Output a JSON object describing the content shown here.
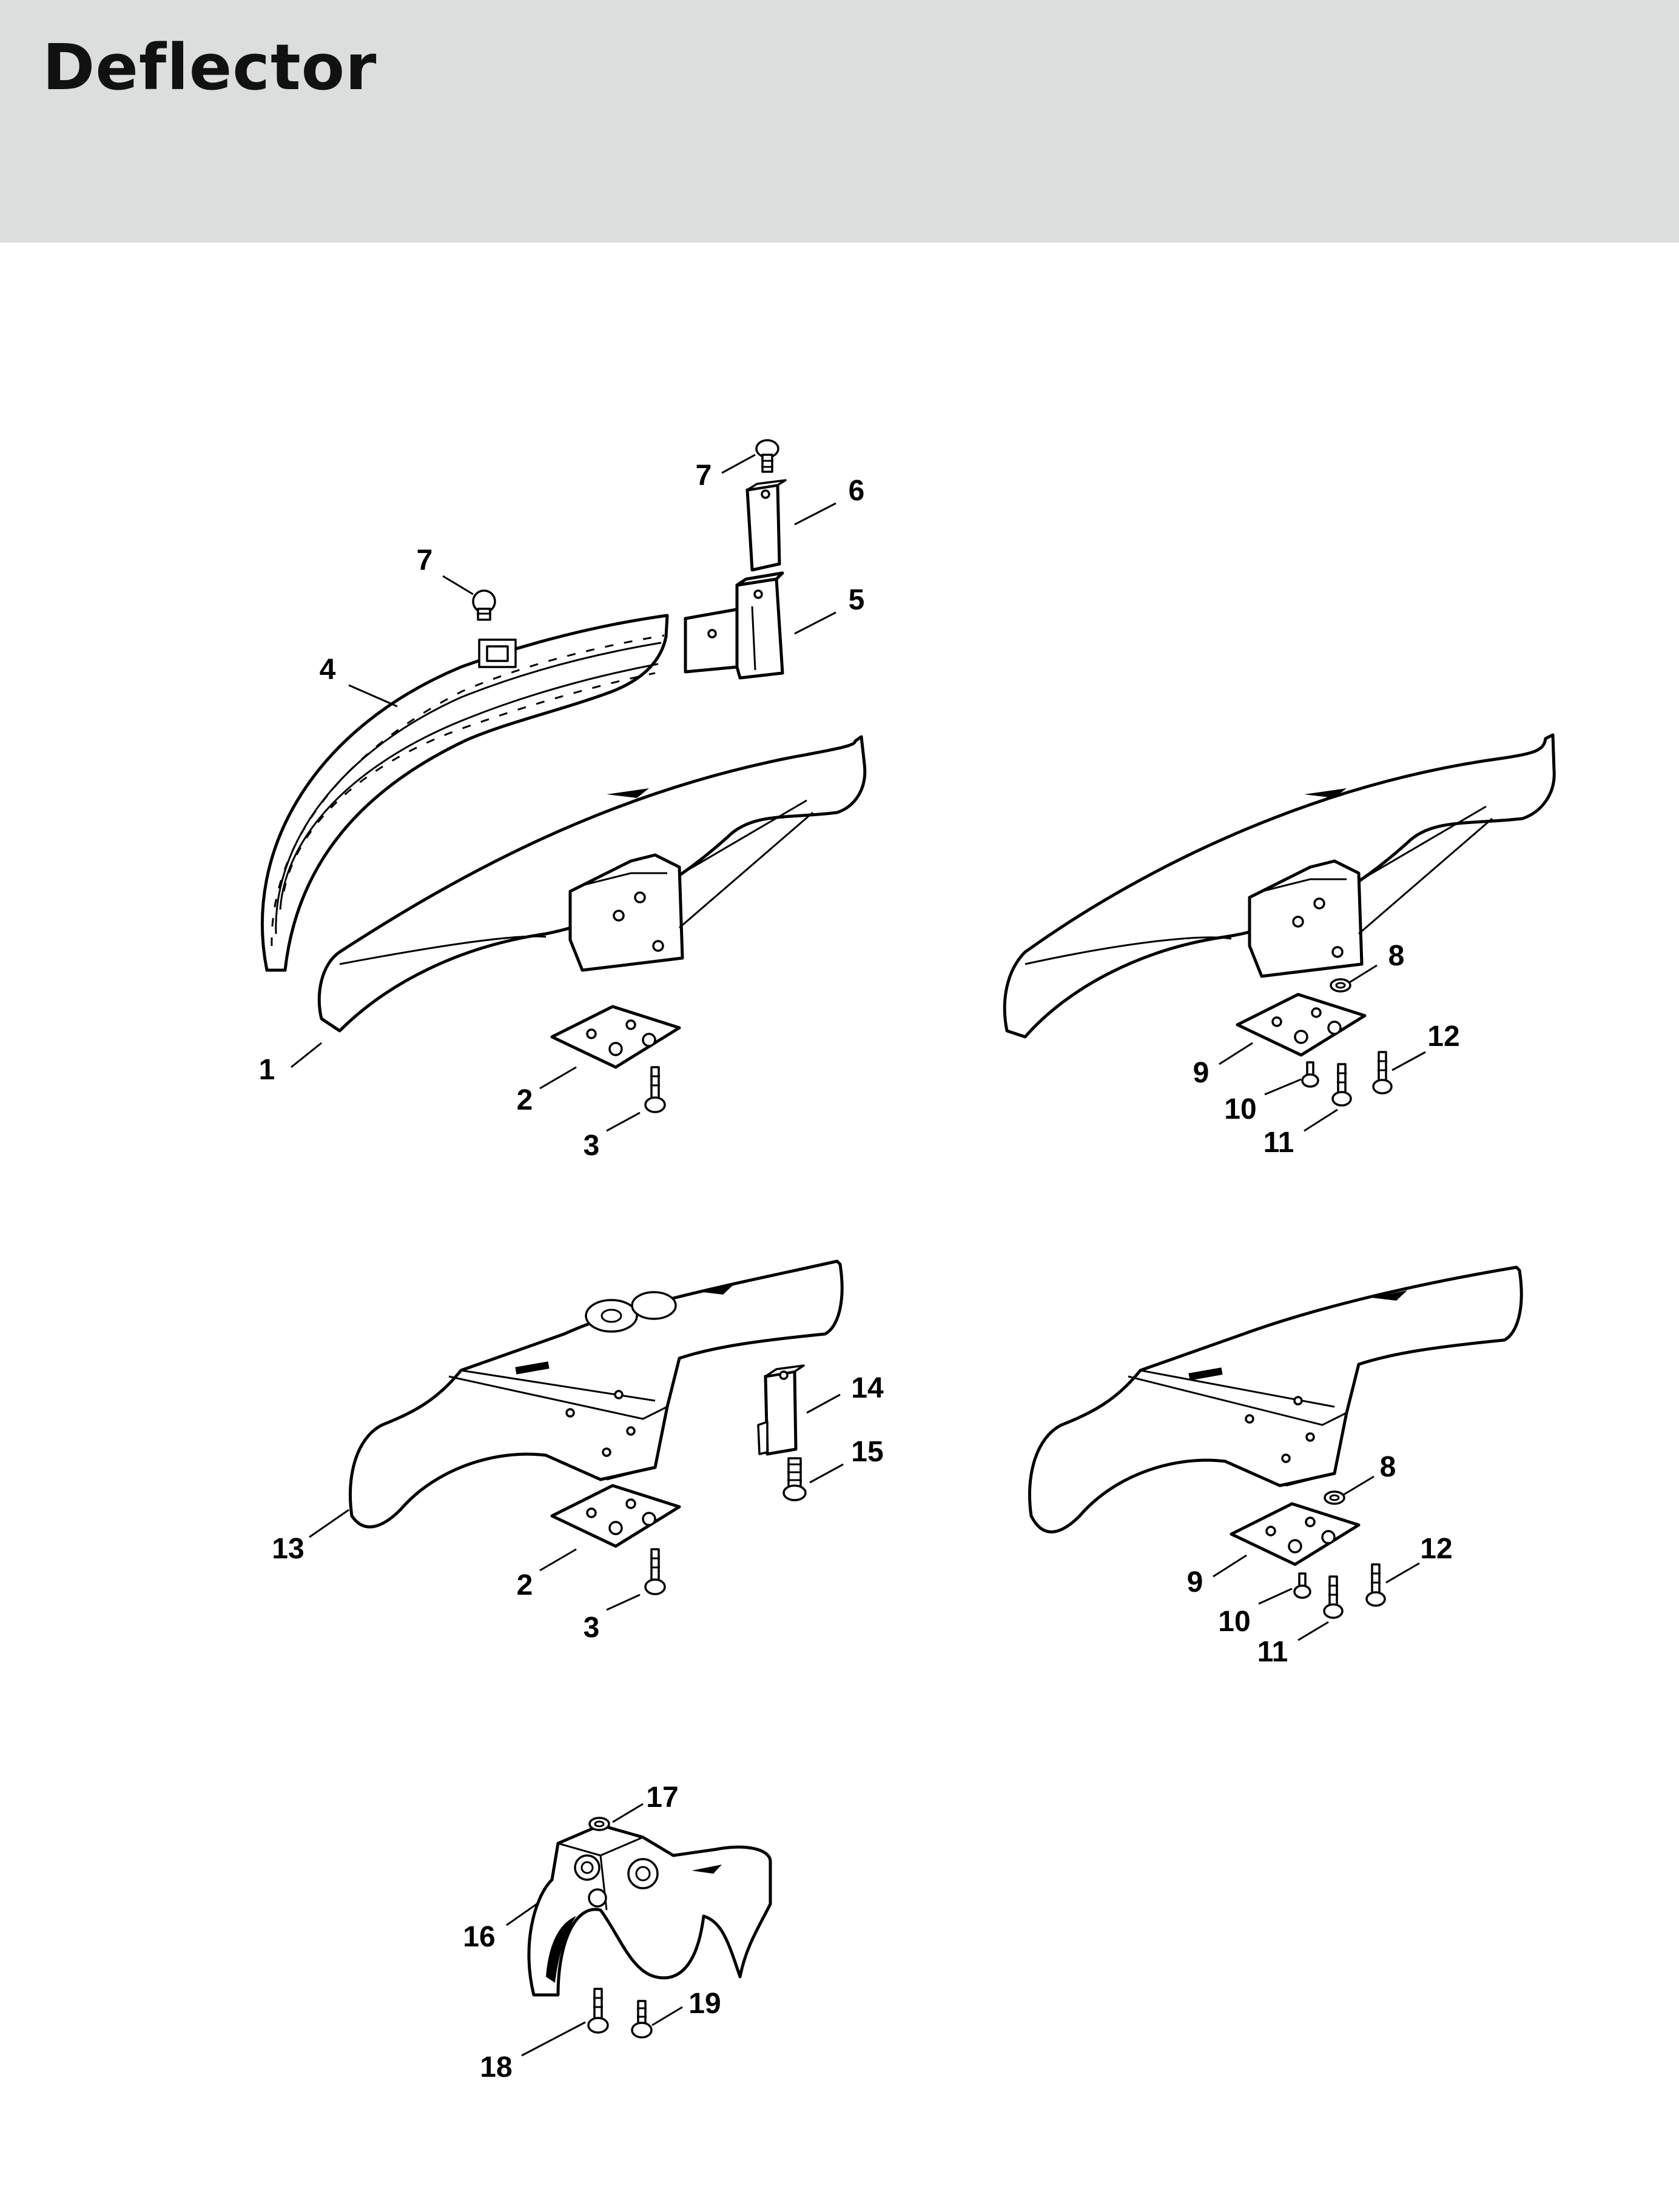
{
  "page": {
    "title": "Deflector"
  },
  "colors": {
    "header_bg": "#dcdedd",
    "ink": "#000000"
  },
  "callouts": [
    {
      "label": "1"
    },
    {
      "label": "2"
    },
    {
      "label": "3"
    },
    {
      "label": "4"
    },
    {
      "label": "5"
    },
    {
      "label": "6"
    },
    {
      "label": "7"
    },
    {
      "label": "7"
    },
    {
      "label": "8"
    },
    {
      "label": "9"
    },
    {
      "label": "10"
    },
    {
      "label": "11"
    },
    {
      "label": "12"
    },
    {
      "label": "13"
    },
    {
      "label": "2"
    },
    {
      "label": "3"
    },
    {
      "label": "14"
    },
    {
      "label": "15"
    },
    {
      "label": "8"
    },
    {
      "label": "9"
    },
    {
      "label": "10"
    },
    {
      "label": "11"
    },
    {
      "label": "12"
    },
    {
      "label": "16"
    },
    {
      "label": "17"
    },
    {
      "label": "18"
    },
    {
      "label": "19"
    }
  ],
  "icons": [
    "deflector-shield-icon",
    "mounting-plate-icon",
    "screw-icon",
    "washer-icon",
    "bracket-icon",
    "guard-icon"
  ]
}
